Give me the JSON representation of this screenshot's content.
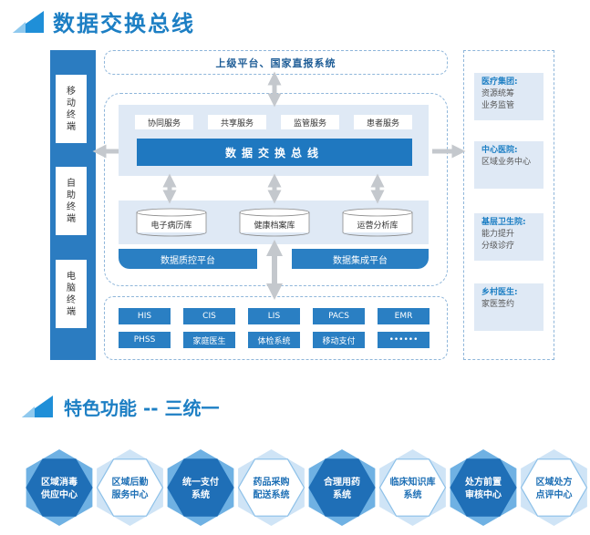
{
  "header1": {
    "title": "数据交换总线"
  },
  "header2": {
    "title": "特色功能 -- 三统一"
  },
  "top_banner": "上级平台、国家直报系统",
  "terminals": [
    {
      "label": "移动终端"
    },
    {
      "label": "自助终端"
    },
    {
      "label": "电脑终端"
    }
  ],
  "services": [
    "协同服务",
    "共享服务",
    "监管服务",
    "患者服务"
  ],
  "bus_label": "数据交换总线",
  "databases": [
    "电子病历库",
    "健康档案库",
    "运营分析库"
  ],
  "platforms": [
    "数据质控平台",
    "数据集成平台"
  ],
  "systems_row1": [
    "HIS",
    "CIS",
    "LIS",
    "PACS",
    "EMR"
  ],
  "systems_row2": [
    "PHSS",
    "家庭医生",
    "体检系统",
    "移动支付",
    "••••••"
  ],
  "right_boxes": [
    {
      "title": "医疗集团:",
      "lines": [
        "资源统筹",
        "业务监管"
      ]
    },
    {
      "title": "中心医院:",
      "lines": [
        "区域业务中心"
      ]
    },
    {
      "title": "基层卫生院:",
      "lines": [
        "能力提升",
        "分级诊疗"
      ]
    },
    {
      "title": "乡村医生:",
      "lines": [
        "家医签约"
      ]
    }
  ],
  "features": [
    {
      "line1": "区域消毒",
      "line2": "供应中心",
      "style": "dark"
    },
    {
      "line1": "区域后勤",
      "line2": "服务中心",
      "style": "light"
    },
    {
      "line1": "统一支付",
      "line2": "系统",
      "style": "dark"
    },
    {
      "line1": "药品采购",
      "line2": "配送系统",
      "style": "light"
    },
    {
      "line1": "合理用药",
      "line2": "系统",
      "style": "dark"
    },
    {
      "line1": "临床知识库",
      "line2": "系统",
      "style": "light"
    },
    {
      "line1": "处方前置",
      "line2": "审核中心",
      "style": "dark"
    },
    {
      "line1": "区域处方",
      "line2": "点评中心",
      "style": "light"
    }
  ],
  "colors": {
    "primary": "#1f78c0",
    "light_panel": "#dfe9f5",
    "arrow": "#c9cdd2",
    "hex_light": "#d3e7f7"
  },
  "icons": {
    "header_logo": "triangle-logo-icon"
  }
}
